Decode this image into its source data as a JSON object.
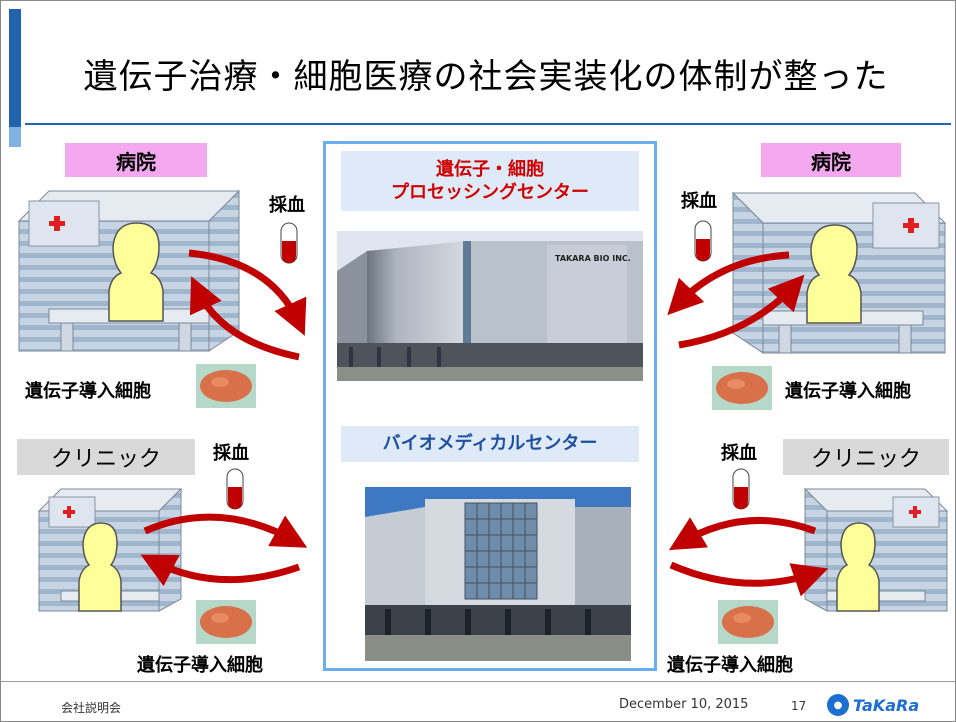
{
  "title": "遺伝子治療・細胞医療の社会実装化の体制が整った",
  "left_top": {
    "facility": "病院",
    "blood": "採血",
    "cells": "遺伝子導入細胞"
  },
  "left_bottom": {
    "facility": "クリニック",
    "blood": "採血",
    "cells": "遺伝子導入細胞"
  },
  "right_top": {
    "facility": "病院",
    "blood": "採血",
    "cells": "遺伝子導入細胞"
  },
  "right_bottom": {
    "facility": "クリニック",
    "blood": "採血",
    "cells": "遺伝子導入細胞"
  },
  "center": {
    "processing_center_line1": "遺伝子・細胞",
    "processing_center_line2": "プロセッシングセンター",
    "building_sign": "TAKARA BIO INC.",
    "biomedical_center": "バイオメディカルセンター"
  },
  "footer": {
    "left": "会社説明会",
    "date": "December 10, 2015",
    "page": "17",
    "logo": "TaKaRa"
  },
  "colors": {
    "accent": "#1f64ac",
    "arrow": "#c00000",
    "pink_label": "#f4a8f0",
    "gray_label": "#d9d9d9",
    "center_border": "#6aaef0"
  }
}
